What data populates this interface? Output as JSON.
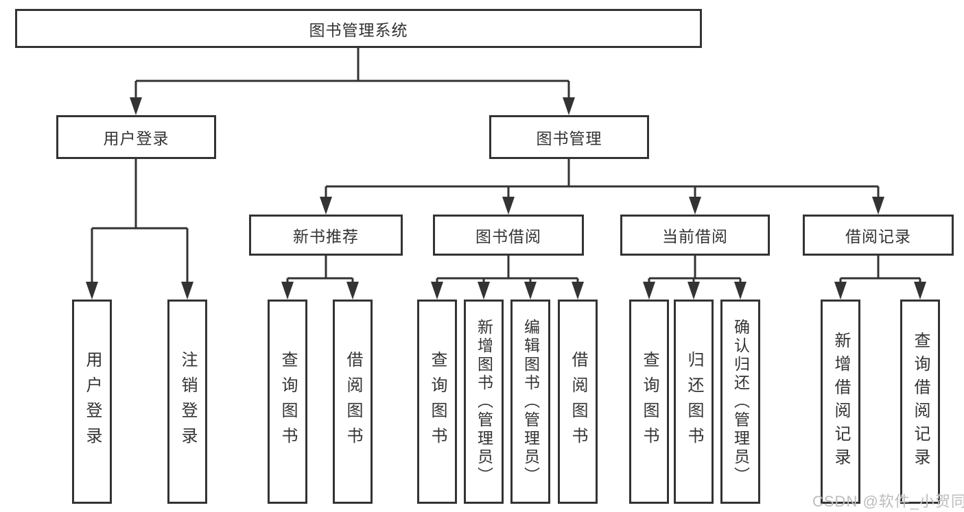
{
  "tree": {
    "root": "图书管理系统",
    "children": [
      {
        "label": "用户登录",
        "children": [
          "用户登录",
          "注销登录"
        ]
      },
      {
        "label": "图书管理",
        "children": [
          {
            "label": "新书推荐",
            "children": [
              "查询图书",
              "借阅图书"
            ]
          },
          {
            "label": "图书借阅",
            "children": [
              "查询图书",
              "新增图书（管理员）",
              "编辑图书（管理员）",
              "借阅图书"
            ]
          },
          {
            "label": "当前借阅",
            "children": [
              "查询图书",
              "归还图书",
              "确认归还（管理员）"
            ]
          },
          {
            "label": "借阅记录",
            "children": [
              "新增借阅记录",
              "查询借阅记录"
            ]
          }
        ]
      }
    ]
  },
  "watermark": "CSDN @软件_小贺同学",
  "colors": {
    "line": "#333333",
    "text": "#333333",
    "node_background": "#ffffff",
    "watermark": "#bdbdbd",
    "background": "#ffffff"
  }
}
